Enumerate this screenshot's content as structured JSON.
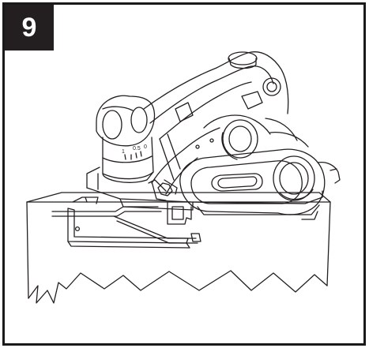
{
  "step": {
    "number": "9"
  },
  "dial": {
    "mark_low": "1",
    "mark_mid": "0.5",
    "mark_zero": "0"
  },
  "colors": {
    "line": "#231f20",
    "badge_bg": "#231f20",
    "badge_text": "#ffffff",
    "paper": "#ffffff"
  },
  "icons": {
    "illustration": "electric-planer-on-board-with-side-fence"
  }
}
